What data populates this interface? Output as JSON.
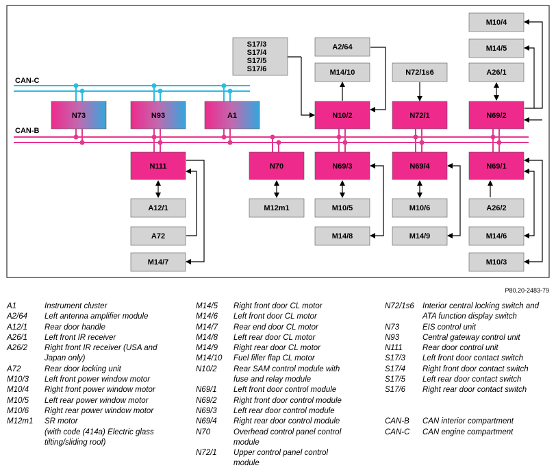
{
  "reference": "P80.20-2483-79",
  "buses": {
    "can_c": "CAN-C",
    "can_b": "CAN-B"
  },
  "boxes": {
    "n73": "N73",
    "n93": "N93",
    "a1": "A1",
    "s17": [
      "S17/3",
      "S17/4",
      "S17/5",
      "S17/6"
    ],
    "a2_64": "A2/64",
    "m14_10": "M14/10",
    "n10_2": "N10/2",
    "n72_1s6": "N72/1s6",
    "n72_1": "N72/1",
    "m10_4": "M10/4",
    "m14_5": "M14/5",
    "a26_1": "A26/1",
    "n69_2": "N69/2",
    "n111": "N111",
    "a12_1": "A12/1",
    "a72": "A72",
    "m14_7": "M14/7",
    "n70": "N70",
    "m12m1": "M12m1",
    "n69_3": "N69/3",
    "m10_5": "M10/5",
    "m14_8": "M14/8",
    "n69_4": "N69/4",
    "m10_6": "M10/6",
    "m14_9": "M14/9",
    "n69_1": "N69/1",
    "a26_2": "A26/2",
    "m14_6": "M14/6",
    "m10_3": "M10/3"
  },
  "legend": {
    "col1": [
      {
        "code": "A1",
        "desc": [
          "Instrument cluster"
        ]
      },
      {
        "code": "A2/64",
        "desc": [
          "Left antenna amplifier module"
        ]
      },
      {
        "code": "A12/1",
        "desc": [
          "Rear door handle"
        ]
      },
      {
        "code": "A26/1",
        "desc": [
          "Left front IR receiver"
        ]
      },
      {
        "code": "A26/2",
        "desc": [
          "Right front IR receiver (USA and",
          "Japan only)"
        ]
      },
      {
        "code": "A72",
        "desc": [
          "Rear door locking unit"
        ]
      },
      {
        "code": "M10/3",
        "desc": [
          "Left front power window motor"
        ]
      },
      {
        "code": "M10/4",
        "desc": [
          "Right front power window motor"
        ]
      },
      {
        "code": "M10/5",
        "desc": [
          "Left rear power window motor"
        ]
      },
      {
        "code": "M10/6",
        "desc": [
          "Right rear power window motor"
        ]
      },
      {
        "code": "M12m1",
        "desc": [
          "SR motor",
          "(with code (414a) Electric glass",
          "tilting/sliding roof)"
        ]
      }
    ],
    "col2": [
      {
        "code": "M14/5",
        "desc": [
          "Right front door CL motor"
        ]
      },
      {
        "code": "M14/6",
        "desc": [
          "Left front door CL motor"
        ]
      },
      {
        "code": "M14/7",
        "desc": [
          "Rear end door CL motor"
        ]
      },
      {
        "code": "M14/8",
        "desc": [
          "Left rear door CL motor"
        ]
      },
      {
        "code": "M14/9",
        "desc": [
          "Right rear door CL motor"
        ]
      },
      {
        "code": "M14/10",
        "desc": [
          "Fuel filler flap CL motor"
        ]
      },
      {
        "code": "N10/2",
        "desc": [
          "Rear SAM control module with",
          "fuse and relay module"
        ]
      },
      {
        "code": "N69/1",
        "desc": [
          "Left front door control module"
        ]
      },
      {
        "code": "N69/2",
        "desc": [
          "Right front door control module"
        ]
      },
      {
        "code": "N69/3",
        "desc": [
          "Left rear door control module"
        ]
      },
      {
        "code": "N69/4",
        "desc": [
          "Right rear door control module"
        ]
      },
      {
        "code": "N70",
        "desc": [
          "Overhead control panel control",
          "module"
        ]
      },
      {
        "code": "N72/1",
        "desc": [
          "Upper control panel control",
          "module"
        ]
      }
    ],
    "col3": [
      {
        "code": "N72/1s6",
        "desc": [
          "Interior central locking switch and",
          "ATA function display switch"
        ]
      },
      {
        "code": "N73",
        "desc": [
          "EIS control unit"
        ]
      },
      {
        "code": "N93",
        "desc": [
          "Central gateway control unit"
        ]
      },
      {
        "code": "N111",
        "desc": [
          "Rear door control unit"
        ]
      },
      {
        "code": "S17/3",
        "desc": [
          "Left front door contact switch"
        ]
      },
      {
        "code": "S17/4",
        "desc": [
          "Right front door contact switch"
        ]
      },
      {
        "code": "S17/5",
        "desc": [
          "Left rear door contact switch"
        ]
      },
      {
        "code": "S17/6",
        "desc": [
          "Right rear door contact switch"
        ]
      },
      {
        "code": "",
        "desc": [
          ""
        ]
      },
      {
        "code": "",
        "desc": [
          ""
        ]
      },
      {
        "code": "CAN-B",
        "desc": [
          "CAN interior compartment"
        ]
      },
      {
        "code": "CAN-C",
        "desc": [
          "CAN engine compartment"
        ]
      }
    ]
  }
}
